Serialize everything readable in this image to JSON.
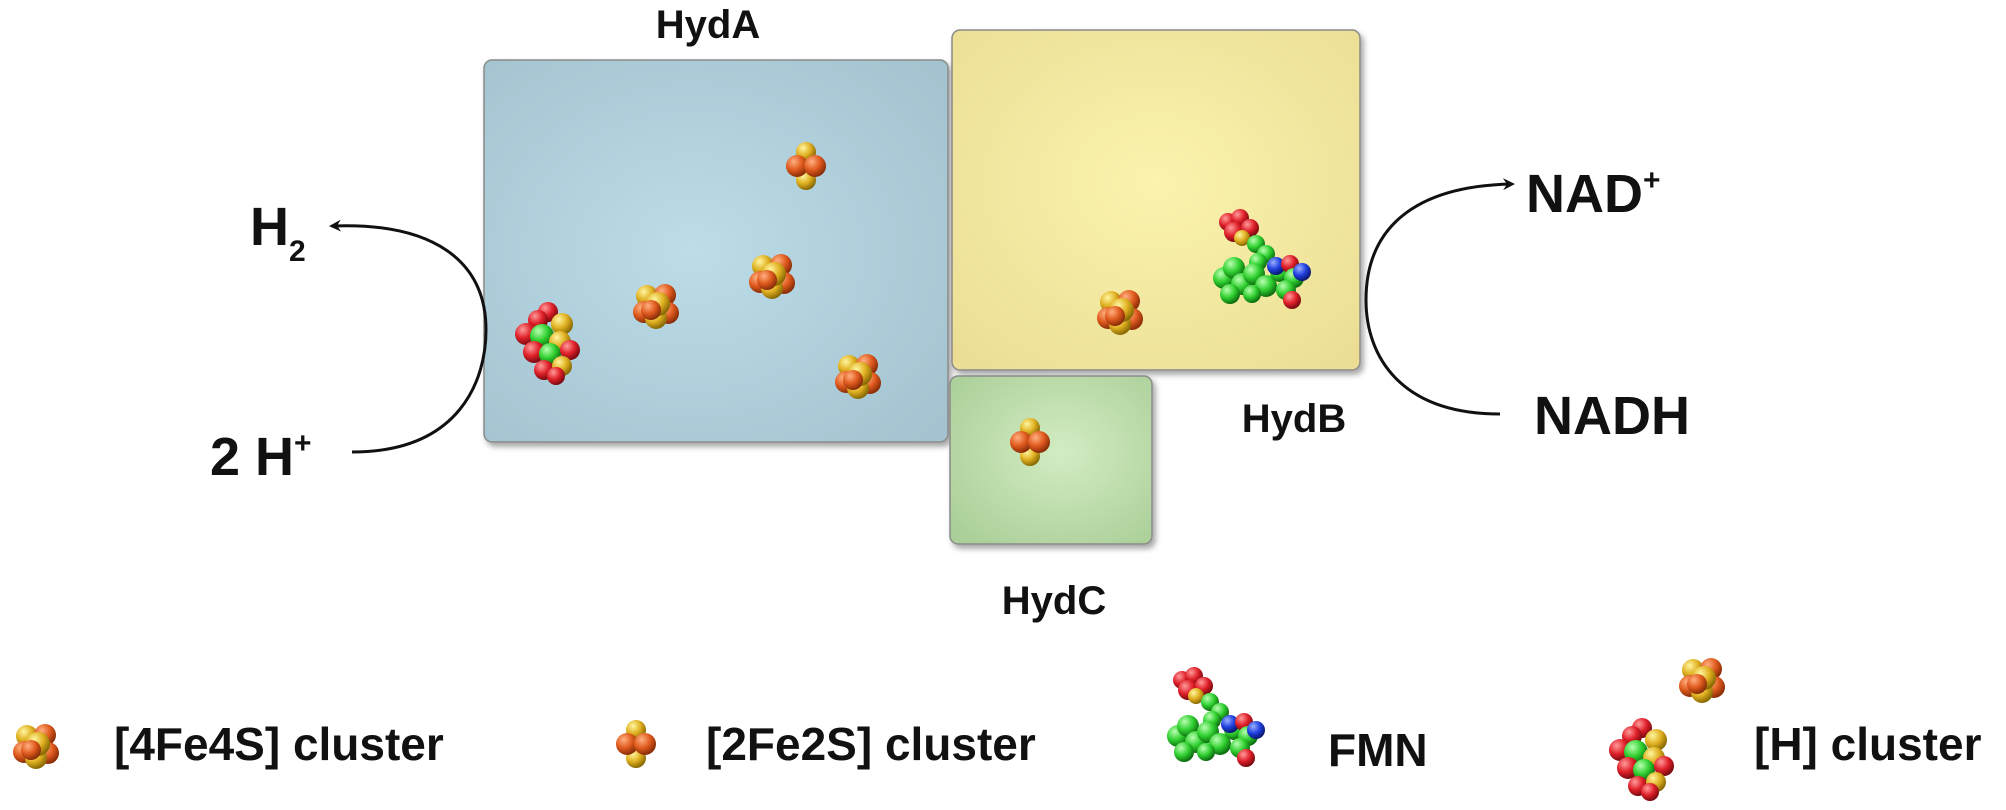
{
  "subunits": {
    "hyda": {
      "label": "HydA",
      "color": "#a9c9d6"
    },
    "hydb": {
      "label": "HydB",
      "color": "#efe39e"
    },
    "hydc": {
      "label": "HydC",
      "color": "#b7d7a6"
    }
  },
  "reactions": {
    "left_product": "H",
    "left_product_sub": "2",
    "left_substrate": "2 H",
    "left_substrate_sup": "+",
    "right_product": "NAD",
    "right_product_sup": "+",
    "right_substrate": "NADH"
  },
  "legend": {
    "fe4s4": "[4Fe4S] cluster",
    "fe2s2": "[2Fe2S] cluster",
    "fmn": "FMN",
    "h_cluster": "[H] cluster"
  }
}
